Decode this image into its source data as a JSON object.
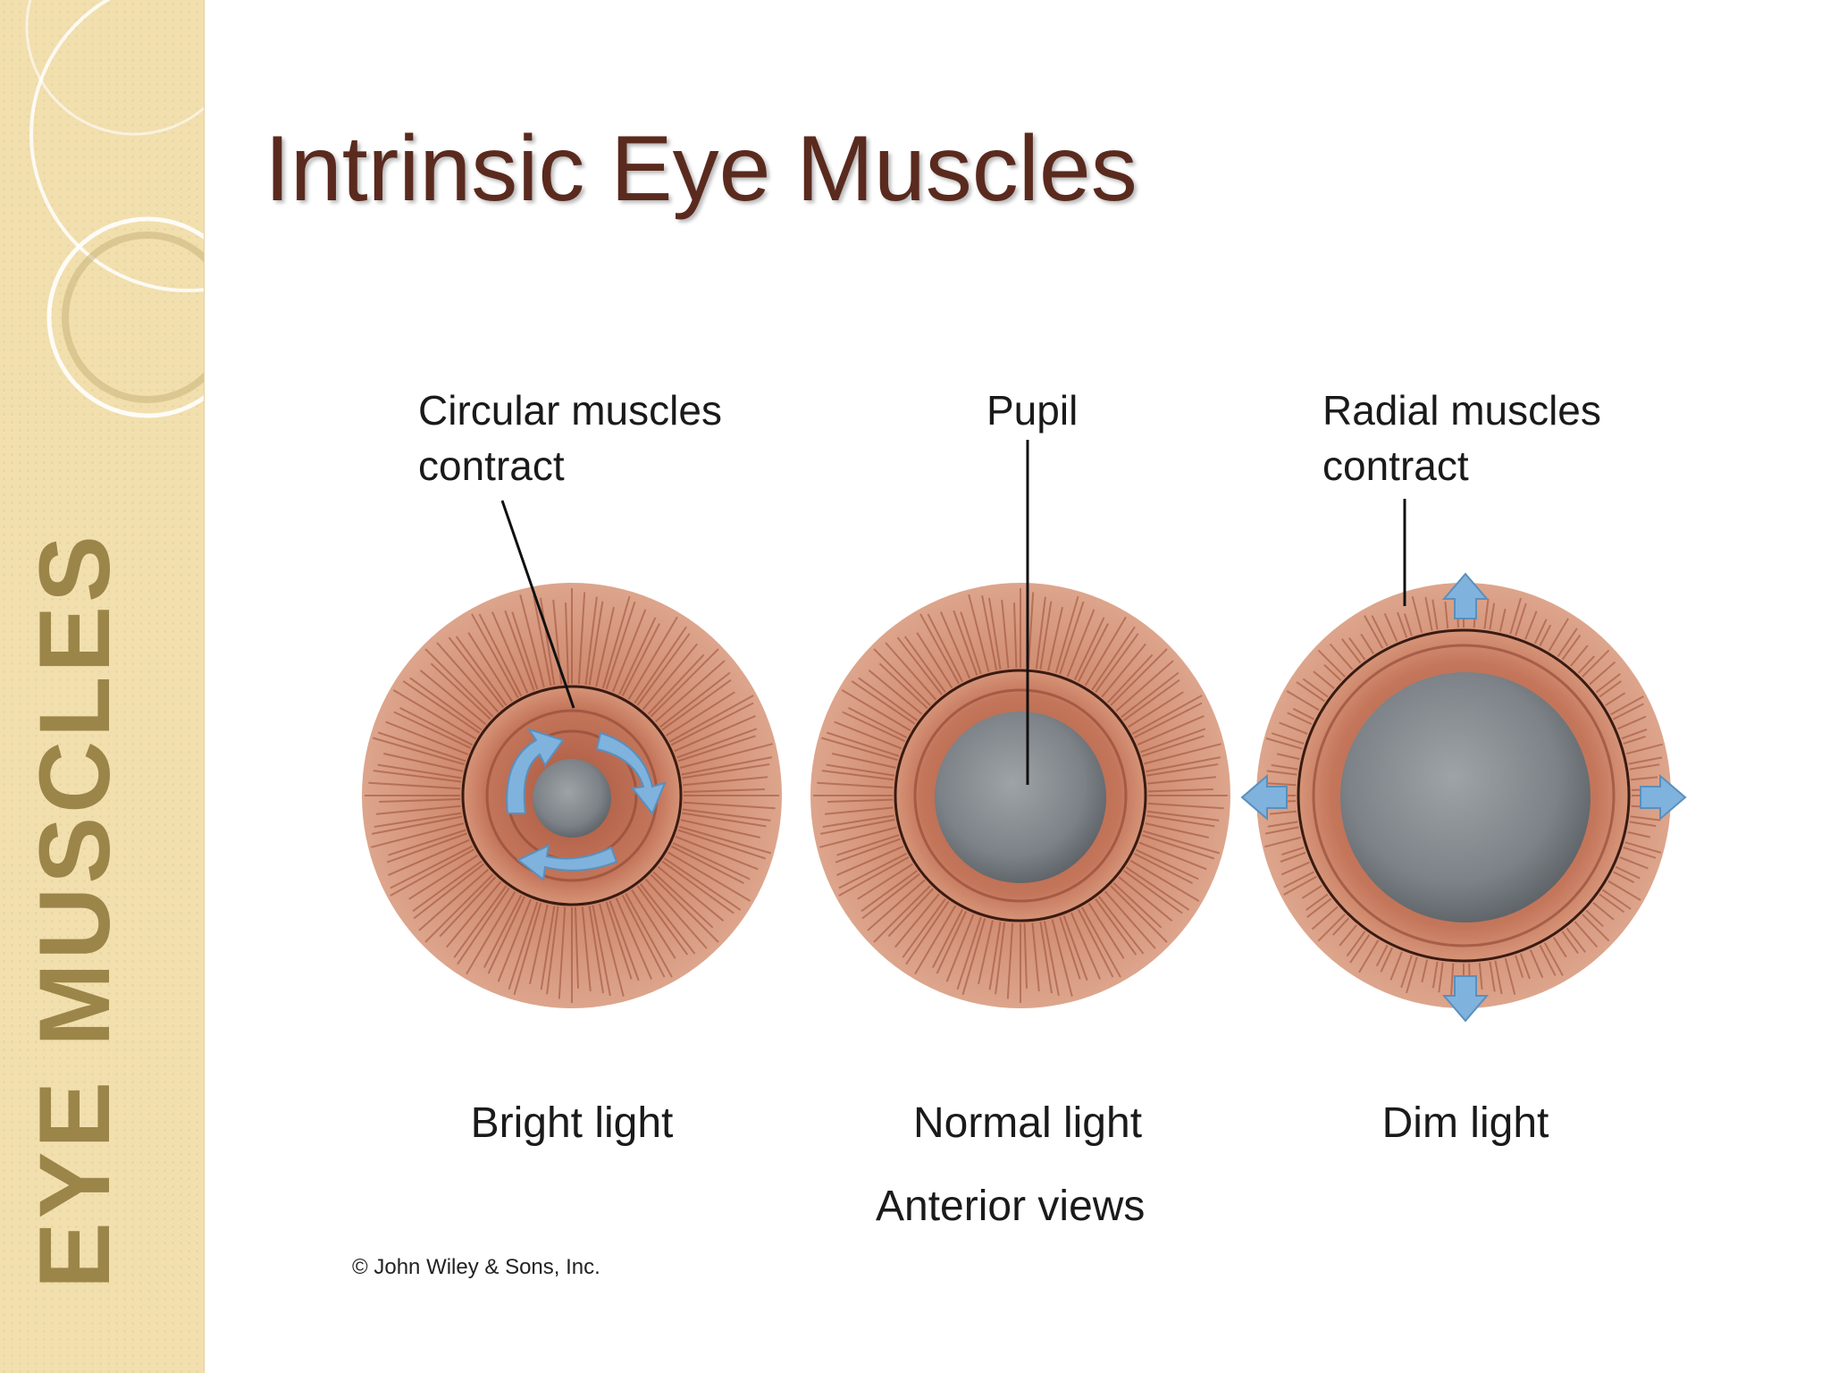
{
  "sidebar": {
    "vertical_title": "EYE MUSCLES"
  },
  "slide": {
    "title": "Intrinsic Eye Muscles"
  },
  "figure": {
    "labels": {
      "circular_line1": "Circular muscles",
      "circular_line2": "contract",
      "pupil": "Pupil",
      "radial_line1": "Radial muscles",
      "radial_line2": "contract"
    },
    "captions": {
      "bright": "Bright light",
      "normal": "Normal light",
      "dim": "Dim light",
      "views": "Anterior views"
    },
    "copyright": "© John Wiley & Sons, Inc."
  },
  "colors": {
    "iris": "#cf8a6f",
    "iris_dark": "#a8563d",
    "pupil": "#7c8287",
    "arrow": "#7fb2dd",
    "title": "#5a2a1e",
    "sidebar_text": "#9b8548",
    "sidebar_bg": "#f2dfae"
  }
}
